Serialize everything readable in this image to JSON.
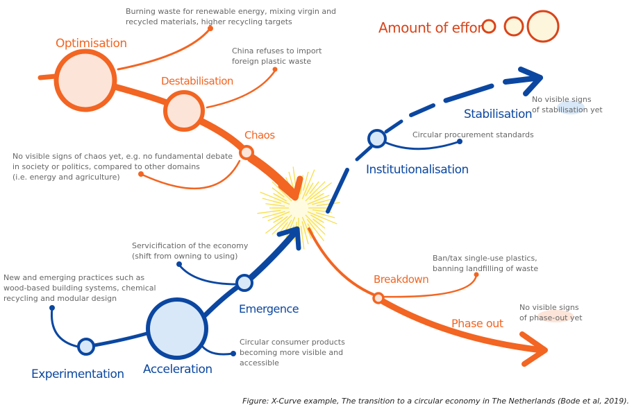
{
  "colors": {
    "orange": "#f26522",
    "blue": "#0b47a1",
    "orange_fill": "#fde4d8",
    "blue_fill": "#d8e8f8",
    "legend_red": "#d9441a",
    "legend_fill": "#fdf6dc",
    "text": "#666666"
  },
  "legend": {
    "title": "Amount of effort",
    "sizes": [
      "small",
      "medium",
      "large"
    ]
  },
  "orange_phases": {
    "optimisation": {
      "label": "Optimisation",
      "note": [
        "Burning waste for renewable energy, mixing virgin and",
        "recycled materials, higher recycling targets"
      ]
    },
    "destabilisation": {
      "label": "Destabilisation",
      "note": [
        "China refuses to import",
        "foreign plastic waste"
      ]
    },
    "chaos": {
      "label": "Chaos",
      "note": [
        "No visible signs of chaos yet, e.g. no fundamental debate",
        "in society or politics, compared to other domains",
        "(i.e. energy and agriculture)"
      ]
    },
    "breakdown": {
      "label": "Breakdown",
      "note": [
        "Ban/tax single-use plastics,",
        "banning landfilling of waste"
      ]
    },
    "phase_out": {
      "label": "Phase out",
      "note": [
        "No visible signs",
        "of phase-out yet"
      ]
    }
  },
  "blue_phases": {
    "experimentation": {
      "label": "Experimentation",
      "note": [
        "New and emerging practices such as",
        "wood-based building systems, chemical",
        "recycling and modular design"
      ]
    },
    "acceleration": {
      "label": "Acceleration",
      "note": [
        "Circular consumer products",
        "becoming more visible and",
        "accessible"
      ]
    },
    "emergence": {
      "label": "Emergence",
      "note": [
        "Servicification of the economy",
        "(shift from owning to using)"
      ]
    },
    "institutionalisation": {
      "label": "Institutionalisation",
      "note": [
        "Circular procurement standards"
      ]
    },
    "stabilisation": {
      "label": "Stabilisation",
      "note": [
        "No visible signs",
        "of stabilisation yet"
      ]
    }
  },
  "caption": "Figure: X-Curve example, The transition to a circular economy in The Netherlands (Bode et al, 2019)."
}
